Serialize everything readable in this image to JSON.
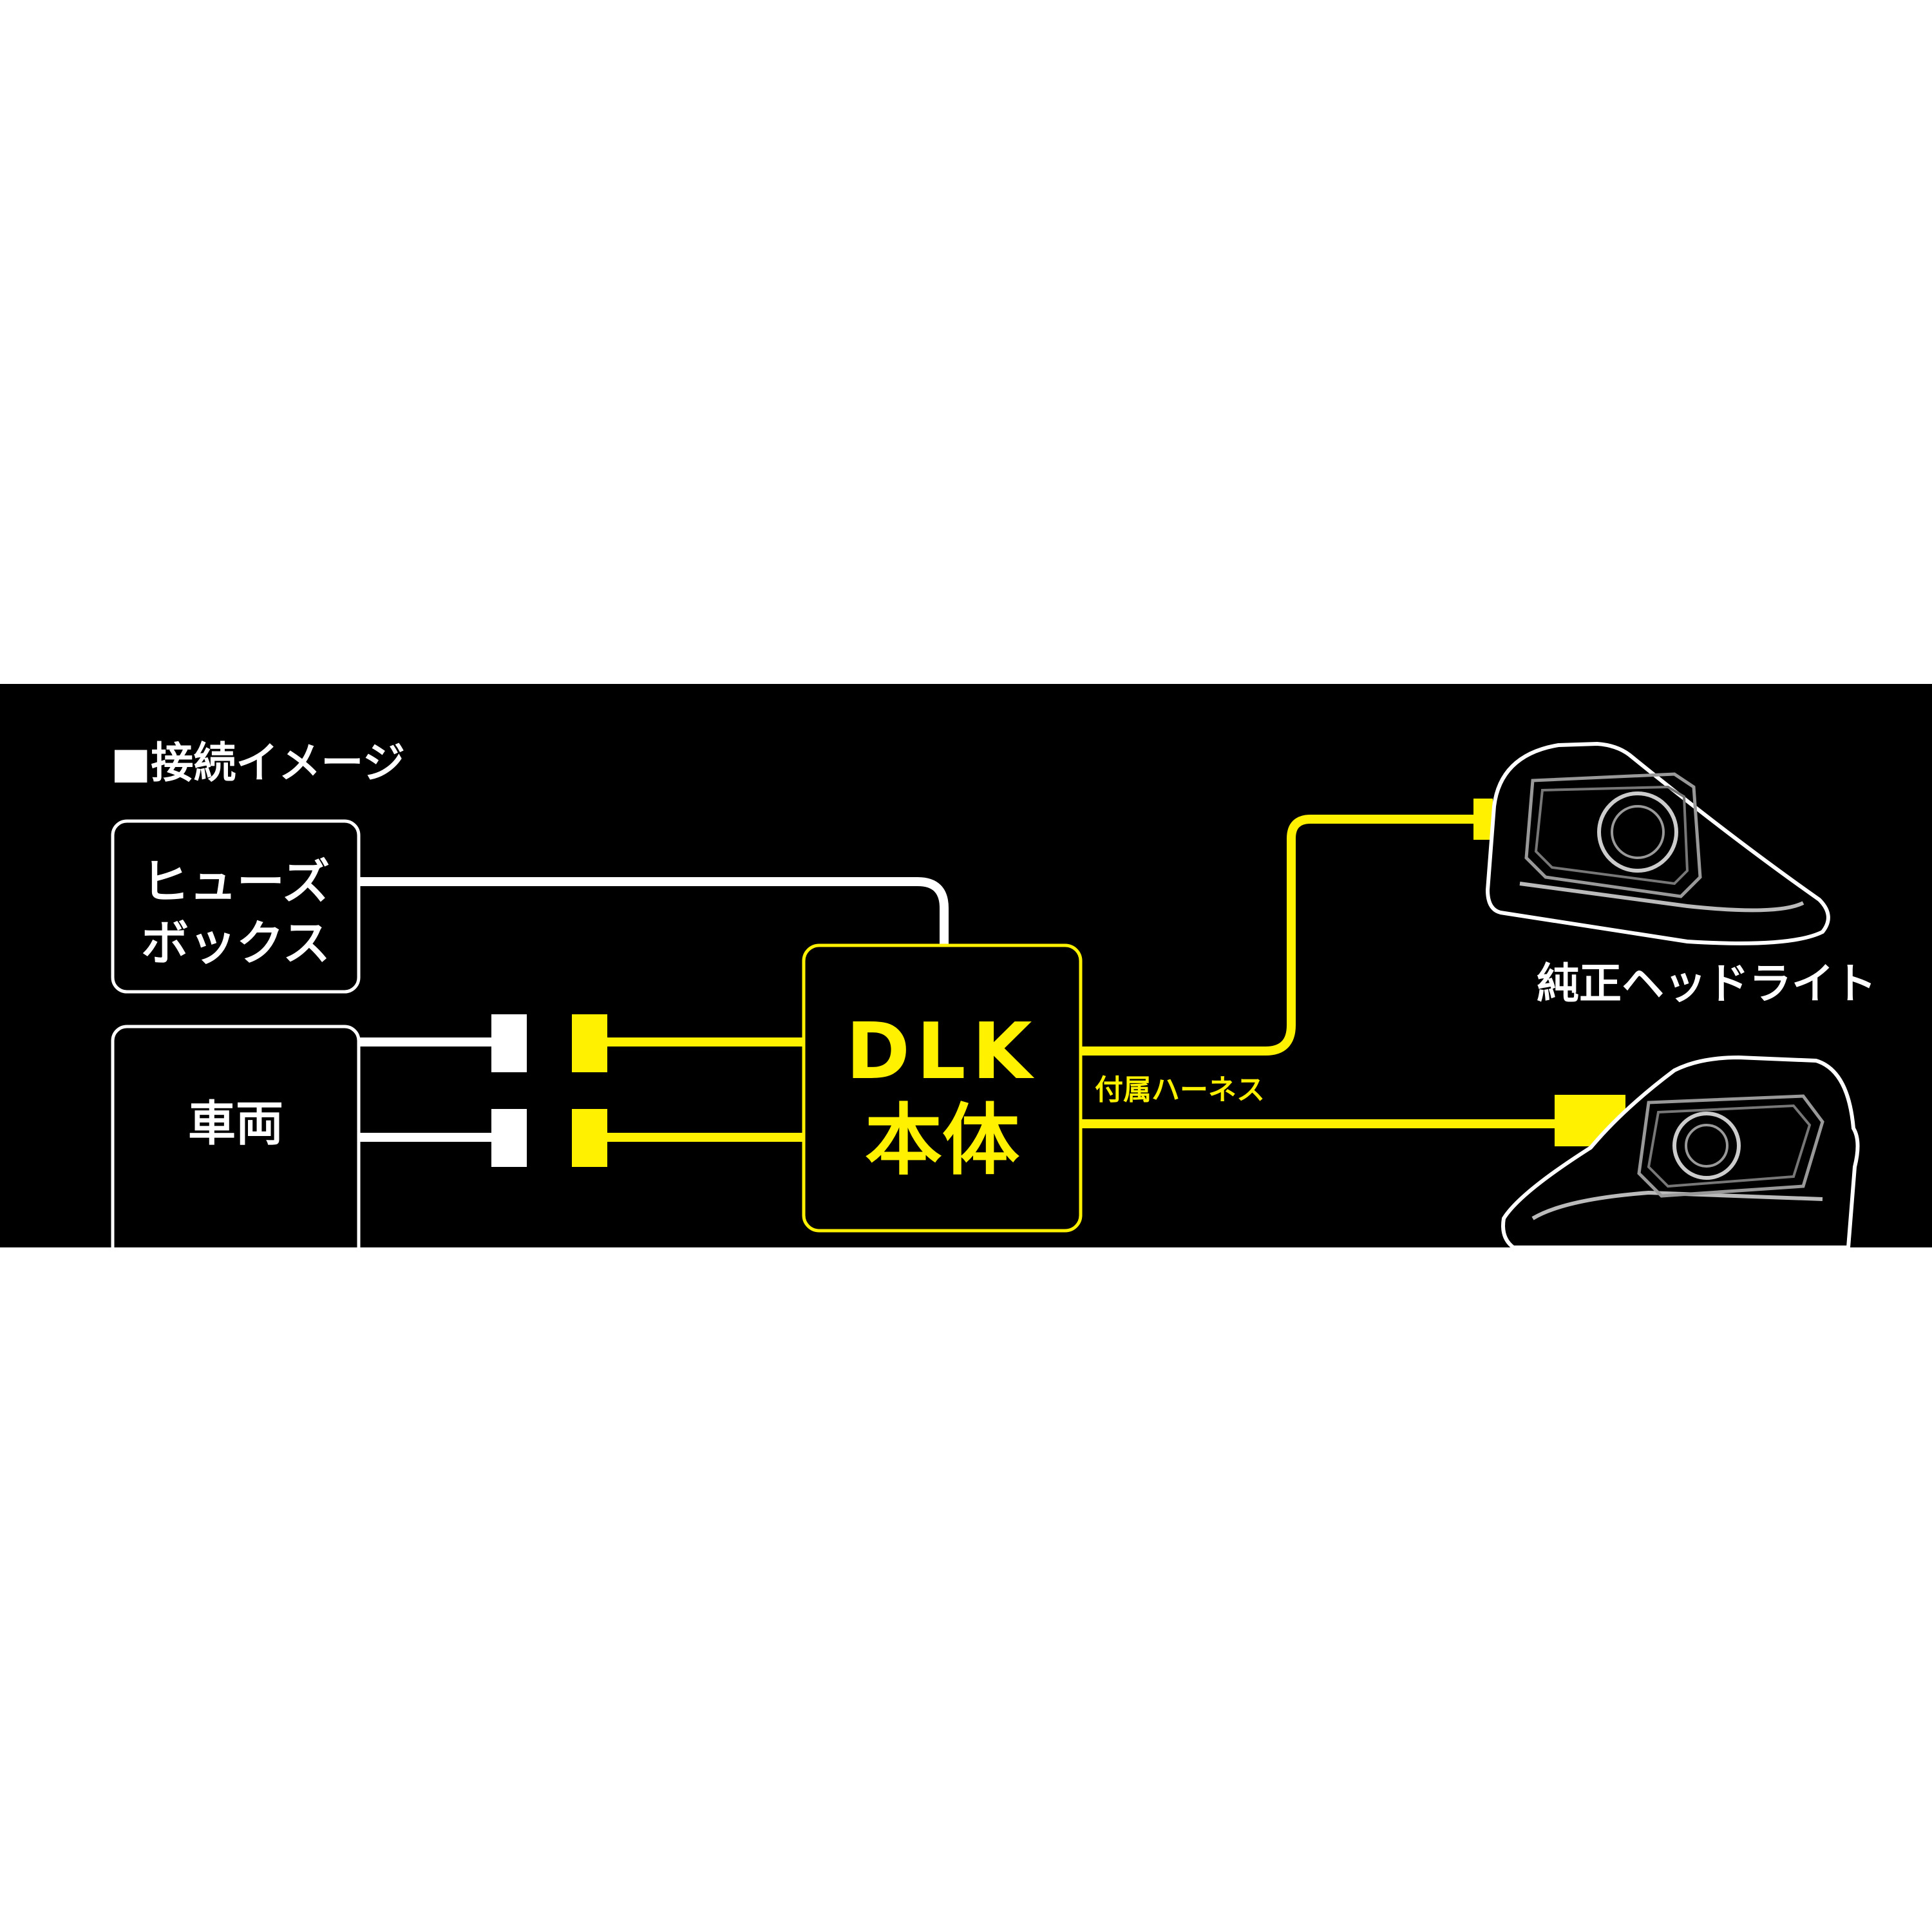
{
  "title": "■接続イメージ",
  "fuse_box": {
    "line1": "ヒューズ",
    "line2": "ボックス"
  },
  "vehicle": {
    "label": "車両"
  },
  "dlk_unit": {
    "line1": "DLK",
    "line2": "本体"
  },
  "harness_label": "付属ハーネス",
  "headlight_label": "純正ヘッドライト",
  "colors": {
    "background": "#000000",
    "accent_yellow": "#FFF100",
    "line_white": "#FFFFFF"
  }
}
